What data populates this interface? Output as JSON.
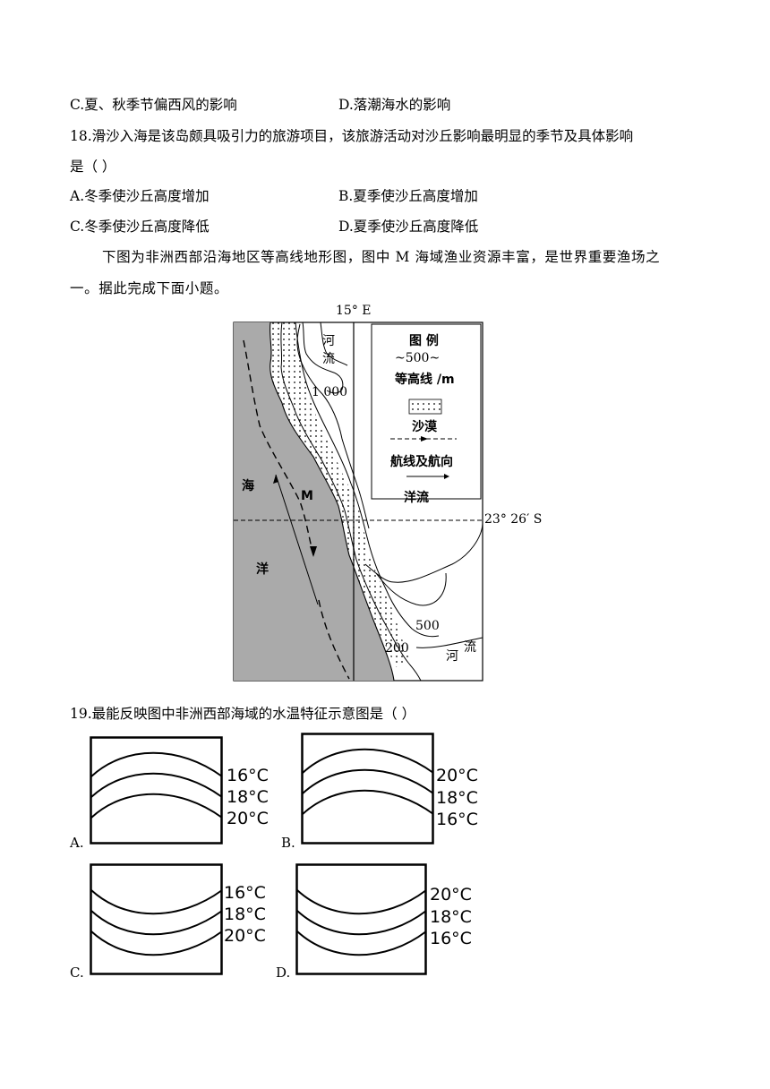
{
  "q17": {
    "option_c": "C.夏、秋季节偏西风的影响",
    "option_d": "D.落潮海水的影响"
  },
  "q18": {
    "stem_line1": "18.滑沙入海是该岛颇具吸引力的旅游项目，该旅游活动对沙丘影响最明显的季节及具体影响",
    "stem_line2": "是（    ）",
    "option_a": "A.冬季使沙丘高度增加",
    "option_b": "B.夏季使沙丘高度增加",
    "option_c": "C.冬季使沙丘高度降低",
    "option_d": "D.夏季使沙丘高度降低"
  },
  "intro": {
    "line1": "下图为非洲西部沿海地区等高线地形图，图中 M 海域渔业资源丰富，是世界重要渔场之",
    "line2": "一。据此完成下面小题。"
  },
  "map": {
    "longitude_label": "15° E",
    "latitude_label": "23° 26′ S",
    "legend_title": "图 例",
    "legend_contour_sample": "500",
    "legend_contour_label": "等高线 /m",
    "legend_desert_label": "沙漠",
    "legend_route_label": "航线及航向",
    "legend_current_label": "洋流",
    "river_top_1": "河",
    "river_top_2": "流",
    "river_bottom_1": "河",
    "river_bottom_2": "流",
    "contour_1000": "1 000",
    "contour_500": "500",
    "contour_200": "200",
    "sea_1": "海",
    "sea_2": "洋",
    "point_m": "M"
  },
  "q19": {
    "stem": "19.最能反映图中非洲西部海域的水温特征示意图是（    ）",
    "options": [
      {
        "label": "A.",
        "temps": [
          "16°C",
          "18°C",
          "20°C"
        ]
      },
      {
        "label": "B.",
        "temps": [
          "20°C",
          "18°C",
          "16°C"
        ]
      },
      {
        "label": "C.",
        "temps": [
          "16°C",
          "18°C",
          "20°C"
        ]
      },
      {
        "label": "D.",
        "temps": [
          "20°C",
          "18°C",
          "16°C"
        ]
      }
    ]
  }
}
